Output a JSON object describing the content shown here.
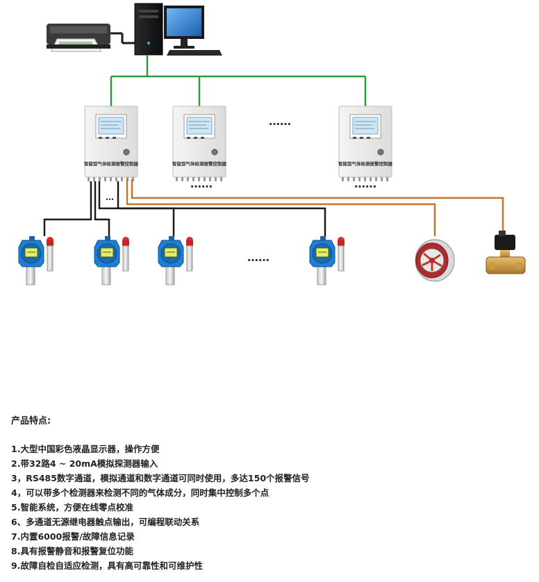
{
  "diagram": {
    "controller_label": "智能型气体检测报警控制器",
    "ellipsis": "……",
    "small_ellipsis": "…"
  },
  "features": {
    "title": "产品特点:",
    "items": [
      "1.大型中国彩色液晶显示器，操作方便",
      "2.带32路4 ~ 20mA模拟探测器输入",
      "3，RS485数字通道，模拟通道和数字通道可同时使用，多达150个报警信号",
      "4，可以带多个检测器来检测不同的气体成分，同时集中控制多个点",
      "5.智能系统，方便在线零点校准",
      "6、多通道无源继电器触点输出，可编程联动关系",
      "7.内置6000报警/故障信息记录",
      "8.具有报警静音和报警复位功能",
      "9.故障自检自适应检测，具有高可靠性和可维护性"
    ]
  },
  "colors": {
    "network": "#2e9a3c",
    "signal": "#1a1a1a",
    "relay": "#c8752a",
    "detector_body": "#1f7fd0",
    "cabinet": "#ececea"
  }
}
